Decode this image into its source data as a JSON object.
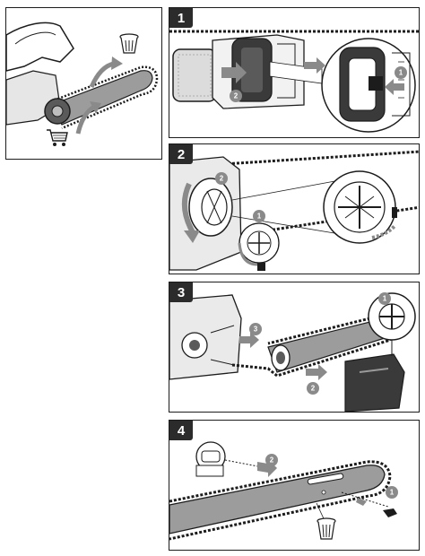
{
  "steps": [
    {
      "number": "1",
      "callouts": [
        "1",
        "2"
      ]
    },
    {
      "number": "2",
      "callouts": [
        "1",
        "2"
      ]
    },
    {
      "number": "3",
      "callouts": [
        "1",
        "2",
        "3"
      ]
    },
    {
      "number": "4",
      "callouts": [
        "1",
        "2"
      ]
    }
  ],
  "colors": {
    "outline": "#1c1c1c",
    "bar_fill": "#9c9c9c",
    "badge_bg": "#2b2b2b",
    "callout_bg": "#8a8a8a",
    "battery_fill": "#dcdcdc",
    "dark_part": "#3a3a3a"
  },
  "icons": [
    "recycle-bin-icon",
    "shopping-cart-icon",
    "lock-icon"
  ]
}
